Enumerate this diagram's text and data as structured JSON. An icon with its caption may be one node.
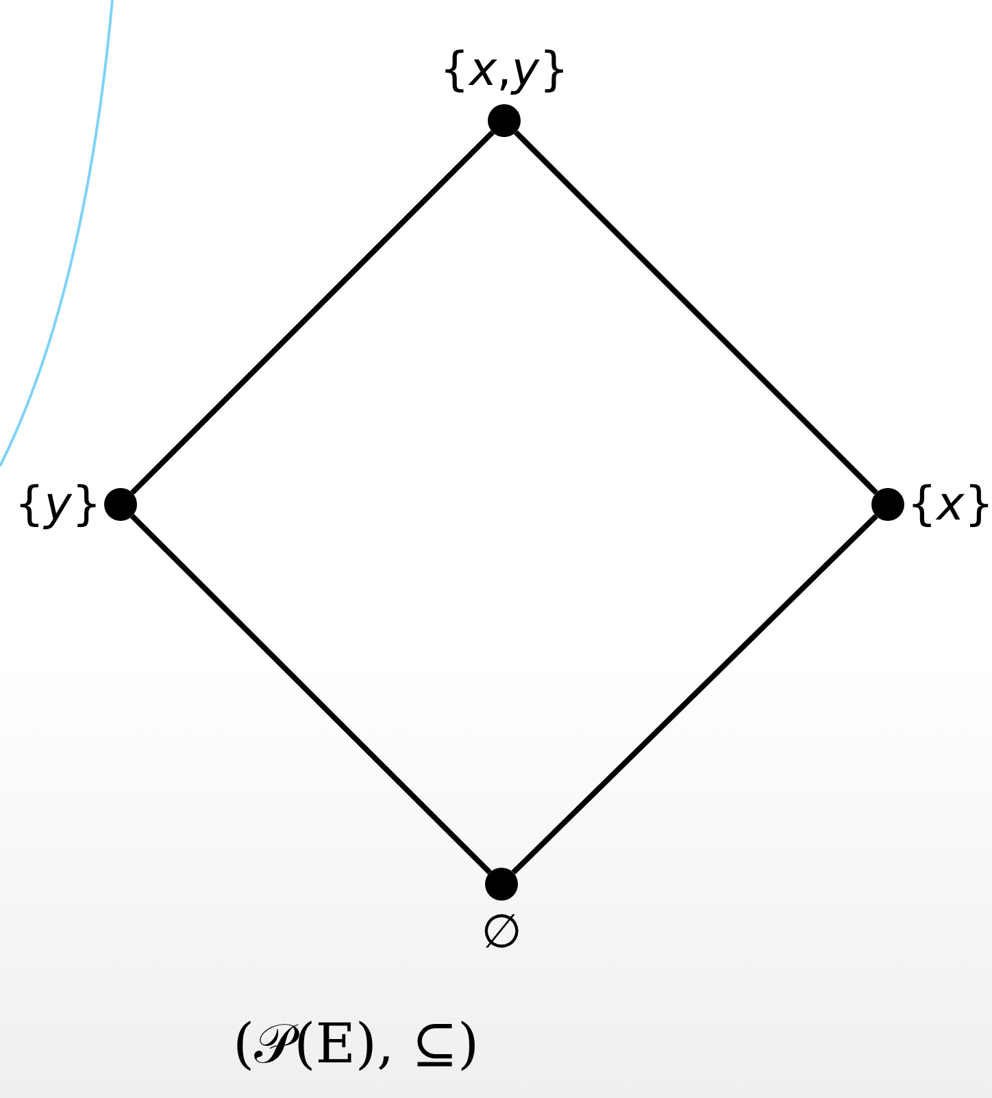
{
  "diagram": {
    "caption": "(𝒫(E), ⊆)",
    "nodes": [
      {
        "text": [],
        "shape": "circle",
        "beside": [
          "{*x*,*y*}"
        ]
      },
      {
        "text": [],
        "shape": "circle",
        "beside": [
          "{*y*}"
        ]
      },
      {
        "text": [],
        "shape": "circle",
        "beside": [
          "{*x*}"
        ]
      },
      {
        "text": [],
        "shape": "circle",
        "beside": [
          "∅"
        ]
      }
    ],
    "edges": [
      {
        "from": 0,
        "to": 1,
        "arrow": "none"
      },
      {
        "from": 0,
        "to": 2,
        "arrow": "none"
      },
      {
        "from": 1,
        "to": 3,
        "arrow": "none"
      },
      {
        "from": 2,
        "to": 3,
        "arrow": "none"
      }
    ]
  }
}
